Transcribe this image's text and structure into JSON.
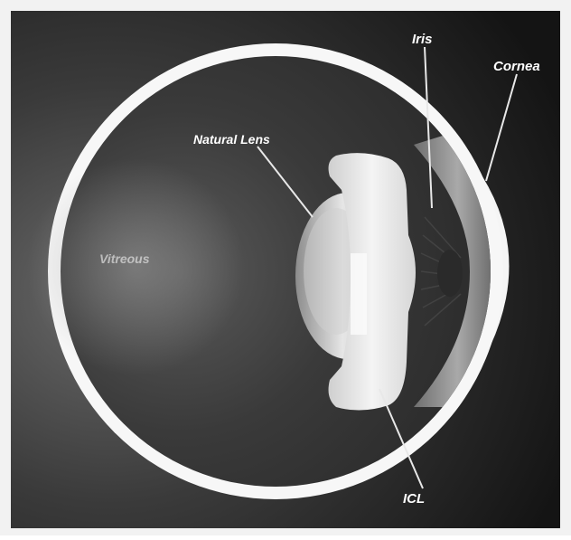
{
  "labels": {
    "iris": "Iris",
    "cornea": "Cornea",
    "natural_lens": "Natural Lens",
    "vitreous": "Vitreous",
    "icl": "ICL"
  },
  "colors": {
    "frame": "#f2f2f2",
    "background_dark": "#1f1f1f",
    "eye_interior": "#3c3c3c",
    "sclera": "#f7f7f7",
    "lens": "#dcdcdc",
    "label_text": "#ffffff"
  }
}
